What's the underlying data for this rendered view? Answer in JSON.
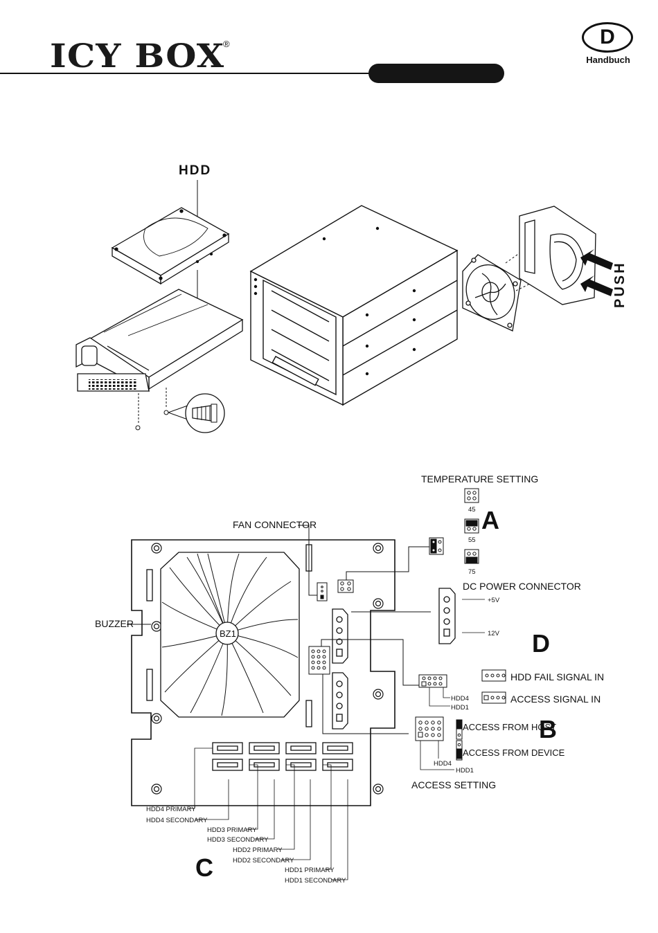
{
  "header": {
    "brand": "ICY BOX",
    "registered": "®",
    "lang_code": "D",
    "lang_label": "Handbuch"
  },
  "top_figure": {
    "hdd_label": "HDD",
    "push_label": "PUSH"
  },
  "board": {
    "temperature_setting": "TEMPERATURE SETTING",
    "temps": [
      "45",
      "55",
      "75"
    ],
    "fan_connector": "FAN CONNECTOR",
    "dc_power_connector": "DC POWER CONNECTOR",
    "plus5v": "+5V",
    "v12": "12V",
    "buzzer": "BUZZER",
    "bz1": "BZ1",
    "hdd_fail_signal_in": "HDD FAIL SIGNAL IN",
    "access_signal_in": "ACCESS SIGNAL IN",
    "signal_hdd4": "HDD4",
    "signal_hdd1": "HDD1",
    "access_from_host": "ACCESS FROM HOST",
    "access_from_device": "ACCESS FROM DEVICE",
    "access_hdd4": "HDD4",
    "access_hdd1": "HDD1",
    "access_setting": "ACCESS SETTING",
    "marker_a": "A",
    "marker_b": "B",
    "marker_c": "C",
    "marker_d": "D",
    "sata_labels": [
      "HDD4 PRIMARY",
      "HDD4 SECONDARY",
      "HDD3 PRIMARY",
      "HDD3 SECONDARY",
      "HDD2 PRIMARY",
      "HDD2 SECONDARY",
      "HDD1 PRIMARY",
      "HDD1 SECONDARY"
    ]
  }
}
